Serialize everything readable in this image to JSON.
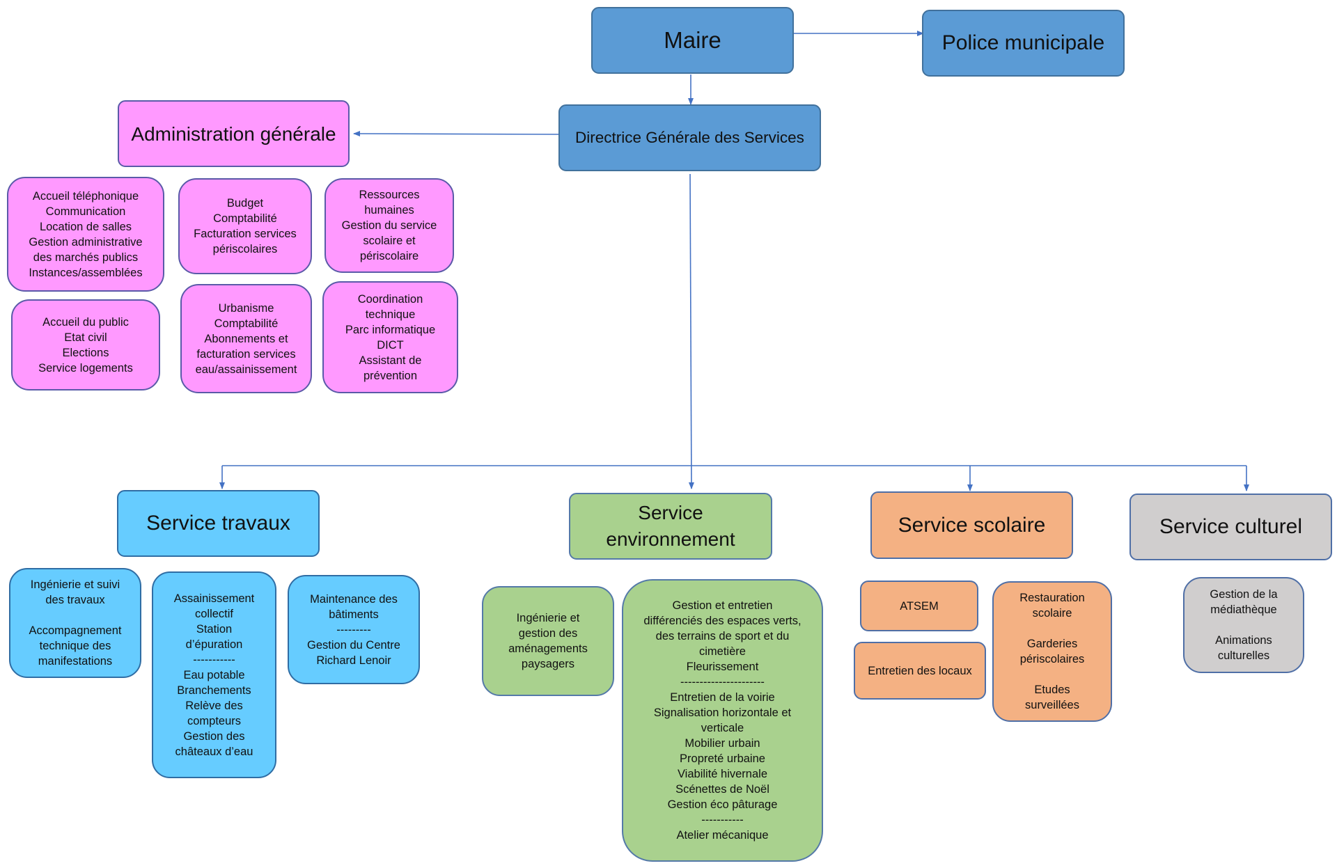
{
  "colors": {
    "top_blue": "#5b9bd5",
    "admin_pink": "#ff99ff",
    "travaux_cyan": "#66ccff",
    "environnement_green": "#a9d18e",
    "scolaire_orange": "#f4b183",
    "culturel_gray": "#d0cece",
    "connector": "#4472c4"
  },
  "top": {
    "maire": "Maire",
    "police": "Police municipale",
    "dgs": "Directrice Générale des Services"
  },
  "admin": {
    "title": "Administration générale",
    "units": [
      "Accueil téléphonique\nCommunication\nLocation de salles\nGestion administrative\ndes marchés publics\nInstances/assemblées",
      "Budget\nComptabilité\nFacturation services\npériscolaires",
      "Ressources\nhumaines\nGestion du service\nscolaire et\npériscolaire",
      "Accueil du public\nEtat civil\nElections\nService logements",
      "Urbanisme\nComptabilité\nAbonnements et\nfacturation services\neau/assainissement",
      "Coordination\ntechnique\nParc informatique\nDICT\nAssistant de\nprévention"
    ]
  },
  "travaux": {
    "title": "Service travaux",
    "units": [
      "Ingénierie et suivi\ndes travaux\n\nAccompagnement\ntechnique des\nmanifestations",
      "Assainissement\ncollectif\nStation\nd’épuration\n-----------\nEau potable\nBranchements\nRelève des\ncompteurs\nGestion des\nchâteaux d’eau",
      "Maintenance des\nbâtiments\n---------\nGestion du Centre\nRichard Lenoir"
    ]
  },
  "environnement": {
    "title": "Service\nenvironnement",
    "units": [
      "Ingénierie et\ngestion des\naménagements\npaysagers",
      "Gestion et entretien\ndifférenciés des espaces verts,\ndes terrains de sport et du\ncimetière\nFleurissement\n----------------------\nEntretien de la voirie\nSignalisation horizontale et\nverticale\nMobilier urbain\nPropreté urbaine\nViabilité hivernale\nScénettes de Noël\nGestion éco pâturage\n-----------\nAtelier mécanique"
    ]
  },
  "scolaire": {
    "title": "Service scolaire",
    "units": [
      "ATSEM",
      "Entretien des locaux",
      "Restauration\nscolaire\n\nGarderies\npériscolaires\n\nEtudes\nsurveillées"
    ]
  },
  "culturel": {
    "title": "Service culturel",
    "units": [
      "Gestion de la\nmédiathèque\n\nAnimations\nculturelles"
    ]
  }
}
